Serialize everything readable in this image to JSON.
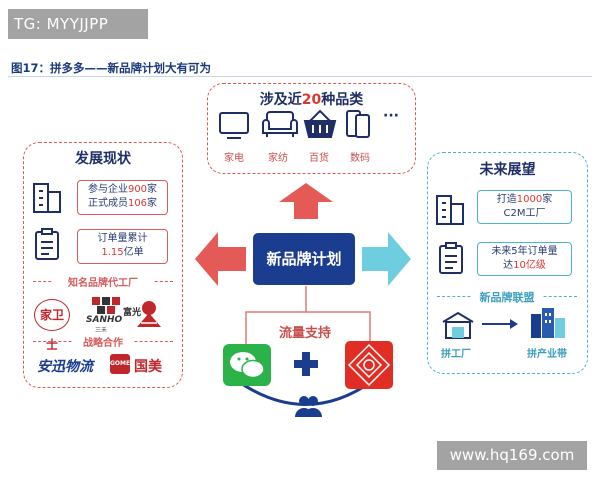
{
  "watermark_top": "TG: MYYJJPP",
  "watermark_bottom": "www.hq169.com",
  "figure_title": "图17：拼多多——新品牌计划大有可为",
  "top_panel": {
    "title_prefix": "涉及近",
    "title_number": "20",
    "title_suffix": "种品类",
    "categories": [
      {
        "label": "家电",
        "icon": "tv-icon"
      },
      {
        "label": "家纺",
        "icon": "sofa-icon"
      },
      {
        "label": "百货",
        "icon": "basket-icon"
      },
      {
        "label": "数码",
        "icon": "phone-icon"
      }
    ],
    "more": "···"
  },
  "left_panel": {
    "title": "发展现状",
    "box1": {
      "line1_pre": "参与企业",
      "line1_num": "900",
      "line1_post": "家",
      "line2_pre": "正式成员",
      "line2_num": "106",
      "line2_post": "家"
    },
    "box2": {
      "line1": "订单量累计",
      "line2_num": "1.15",
      "line2_post": "亿单"
    },
    "section1": "知名品牌代工厂",
    "brands1": [
      "家卫士",
      "SANHO",
      "三禾",
      "富光"
    ],
    "section2": "战略合作",
    "brands2": [
      "安迅物流",
      "GOME",
      "国美"
    ]
  },
  "center": {
    "label": "新品牌计划",
    "support": "流量支持"
  },
  "right_panel": {
    "title": "未来展望",
    "box1": {
      "line1_pre": "打造",
      "line1_num": "1000",
      "line1_post": "家",
      "line2": "C2M工厂"
    },
    "box2": {
      "line1": "未来5年订单量",
      "line2_pre": "达",
      "line2_num": "10亿级"
    },
    "section": "新品牌联盟",
    "factory": "拼工厂",
    "belt": "拼产业带"
  }
}
